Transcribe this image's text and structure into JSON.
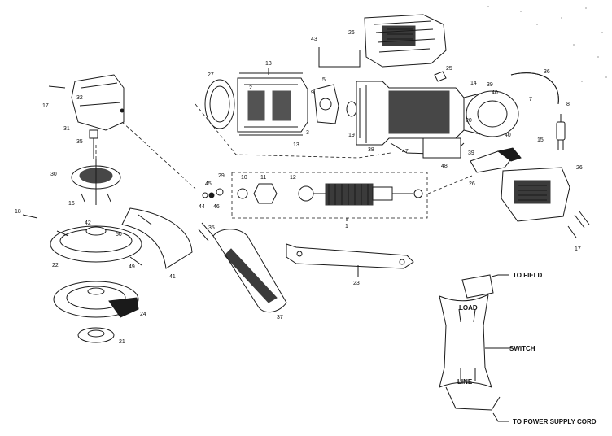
{
  "diagram": {
    "part_labels": {
      "p1": "1",
      "p2": "2",
      "p3": "3",
      "p5": "5",
      "p7": "7",
      "p8": "8",
      "p9": "9",
      "p10": "10",
      "p11": "11",
      "p12": "12",
      "p13": "13",
      "p14": "14",
      "p15": "15",
      "p16": "16",
      "p17a": "17",
      "p17b": "17",
      "p18": "18",
      "p19": "19",
      "p20": "20",
      "p21": "21",
      "p22": "22",
      "p23": "23",
      "p24": "24",
      "p25": "25",
      "p26a": "26",
      "p26b": "26",
      "p26c": "26",
      "p27": "27",
      "p29": "29",
      "p30": "30",
      "p31": "31",
      "p32": "32",
      "p35a": "35",
      "p35b": "35",
      "p36": "36",
      "p37": "37",
      "p38": "38",
      "p39a": "39",
      "p39b": "39",
      "p40a": "40",
      "p40b": "40",
      "p41": "41",
      "p42": "42",
      "p43": "43",
      "p44": "44",
      "p45": "45",
      "p46": "46",
      "p47": "47",
      "p48": "48",
      "p49": "49",
      "p50": "50",
      "p13b": "13"
    },
    "wiring": {
      "to_field": "TO FIELD",
      "load": "LOAD",
      "switch": "SWITCH",
      "line": "LINE",
      "to_power_supply_cord": "TO POWER SUPPLY CORD"
    }
  }
}
